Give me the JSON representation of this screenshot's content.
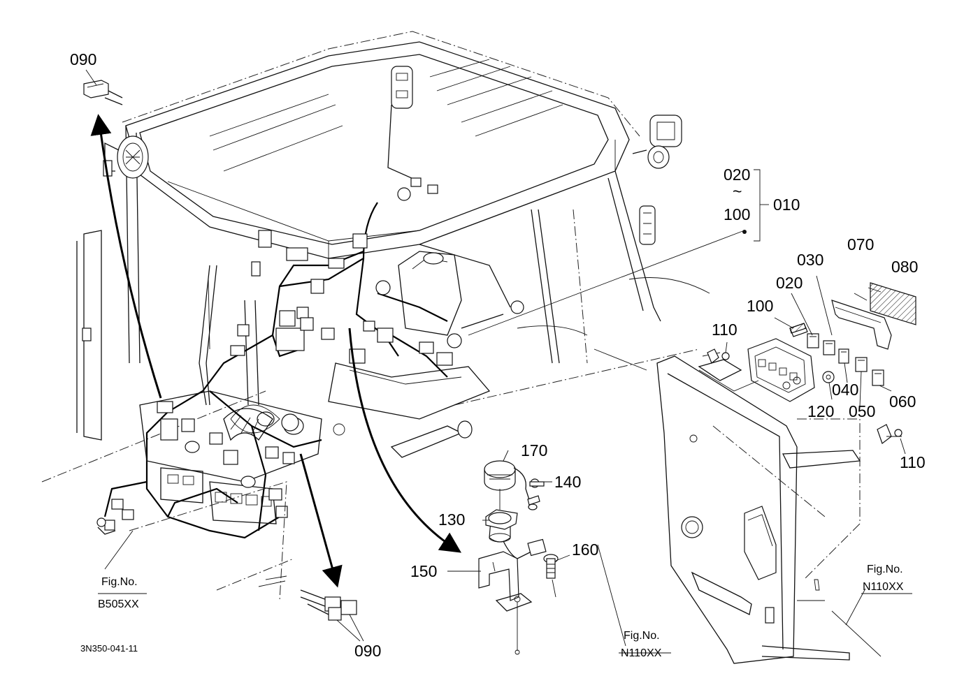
{
  "drawing_code": "3N350-041-11",
  "parts": {
    "p010": "010",
    "p020": "020",
    "p030": "030",
    "p040": "040",
    "p050": "050",
    "p060": "060",
    "p070": "070",
    "p080": "080",
    "p090": "090",
    "p100": "100",
    "p110": "110",
    "p120": "120",
    "p130": "130",
    "p140": "140",
    "p150": "150",
    "p160": "160",
    "p170": "170"
  },
  "range_tilde": "~",
  "fig_refs": {
    "label": "Fig.No.",
    "b505": "B505XX",
    "n110": "N110XX"
  }
}
